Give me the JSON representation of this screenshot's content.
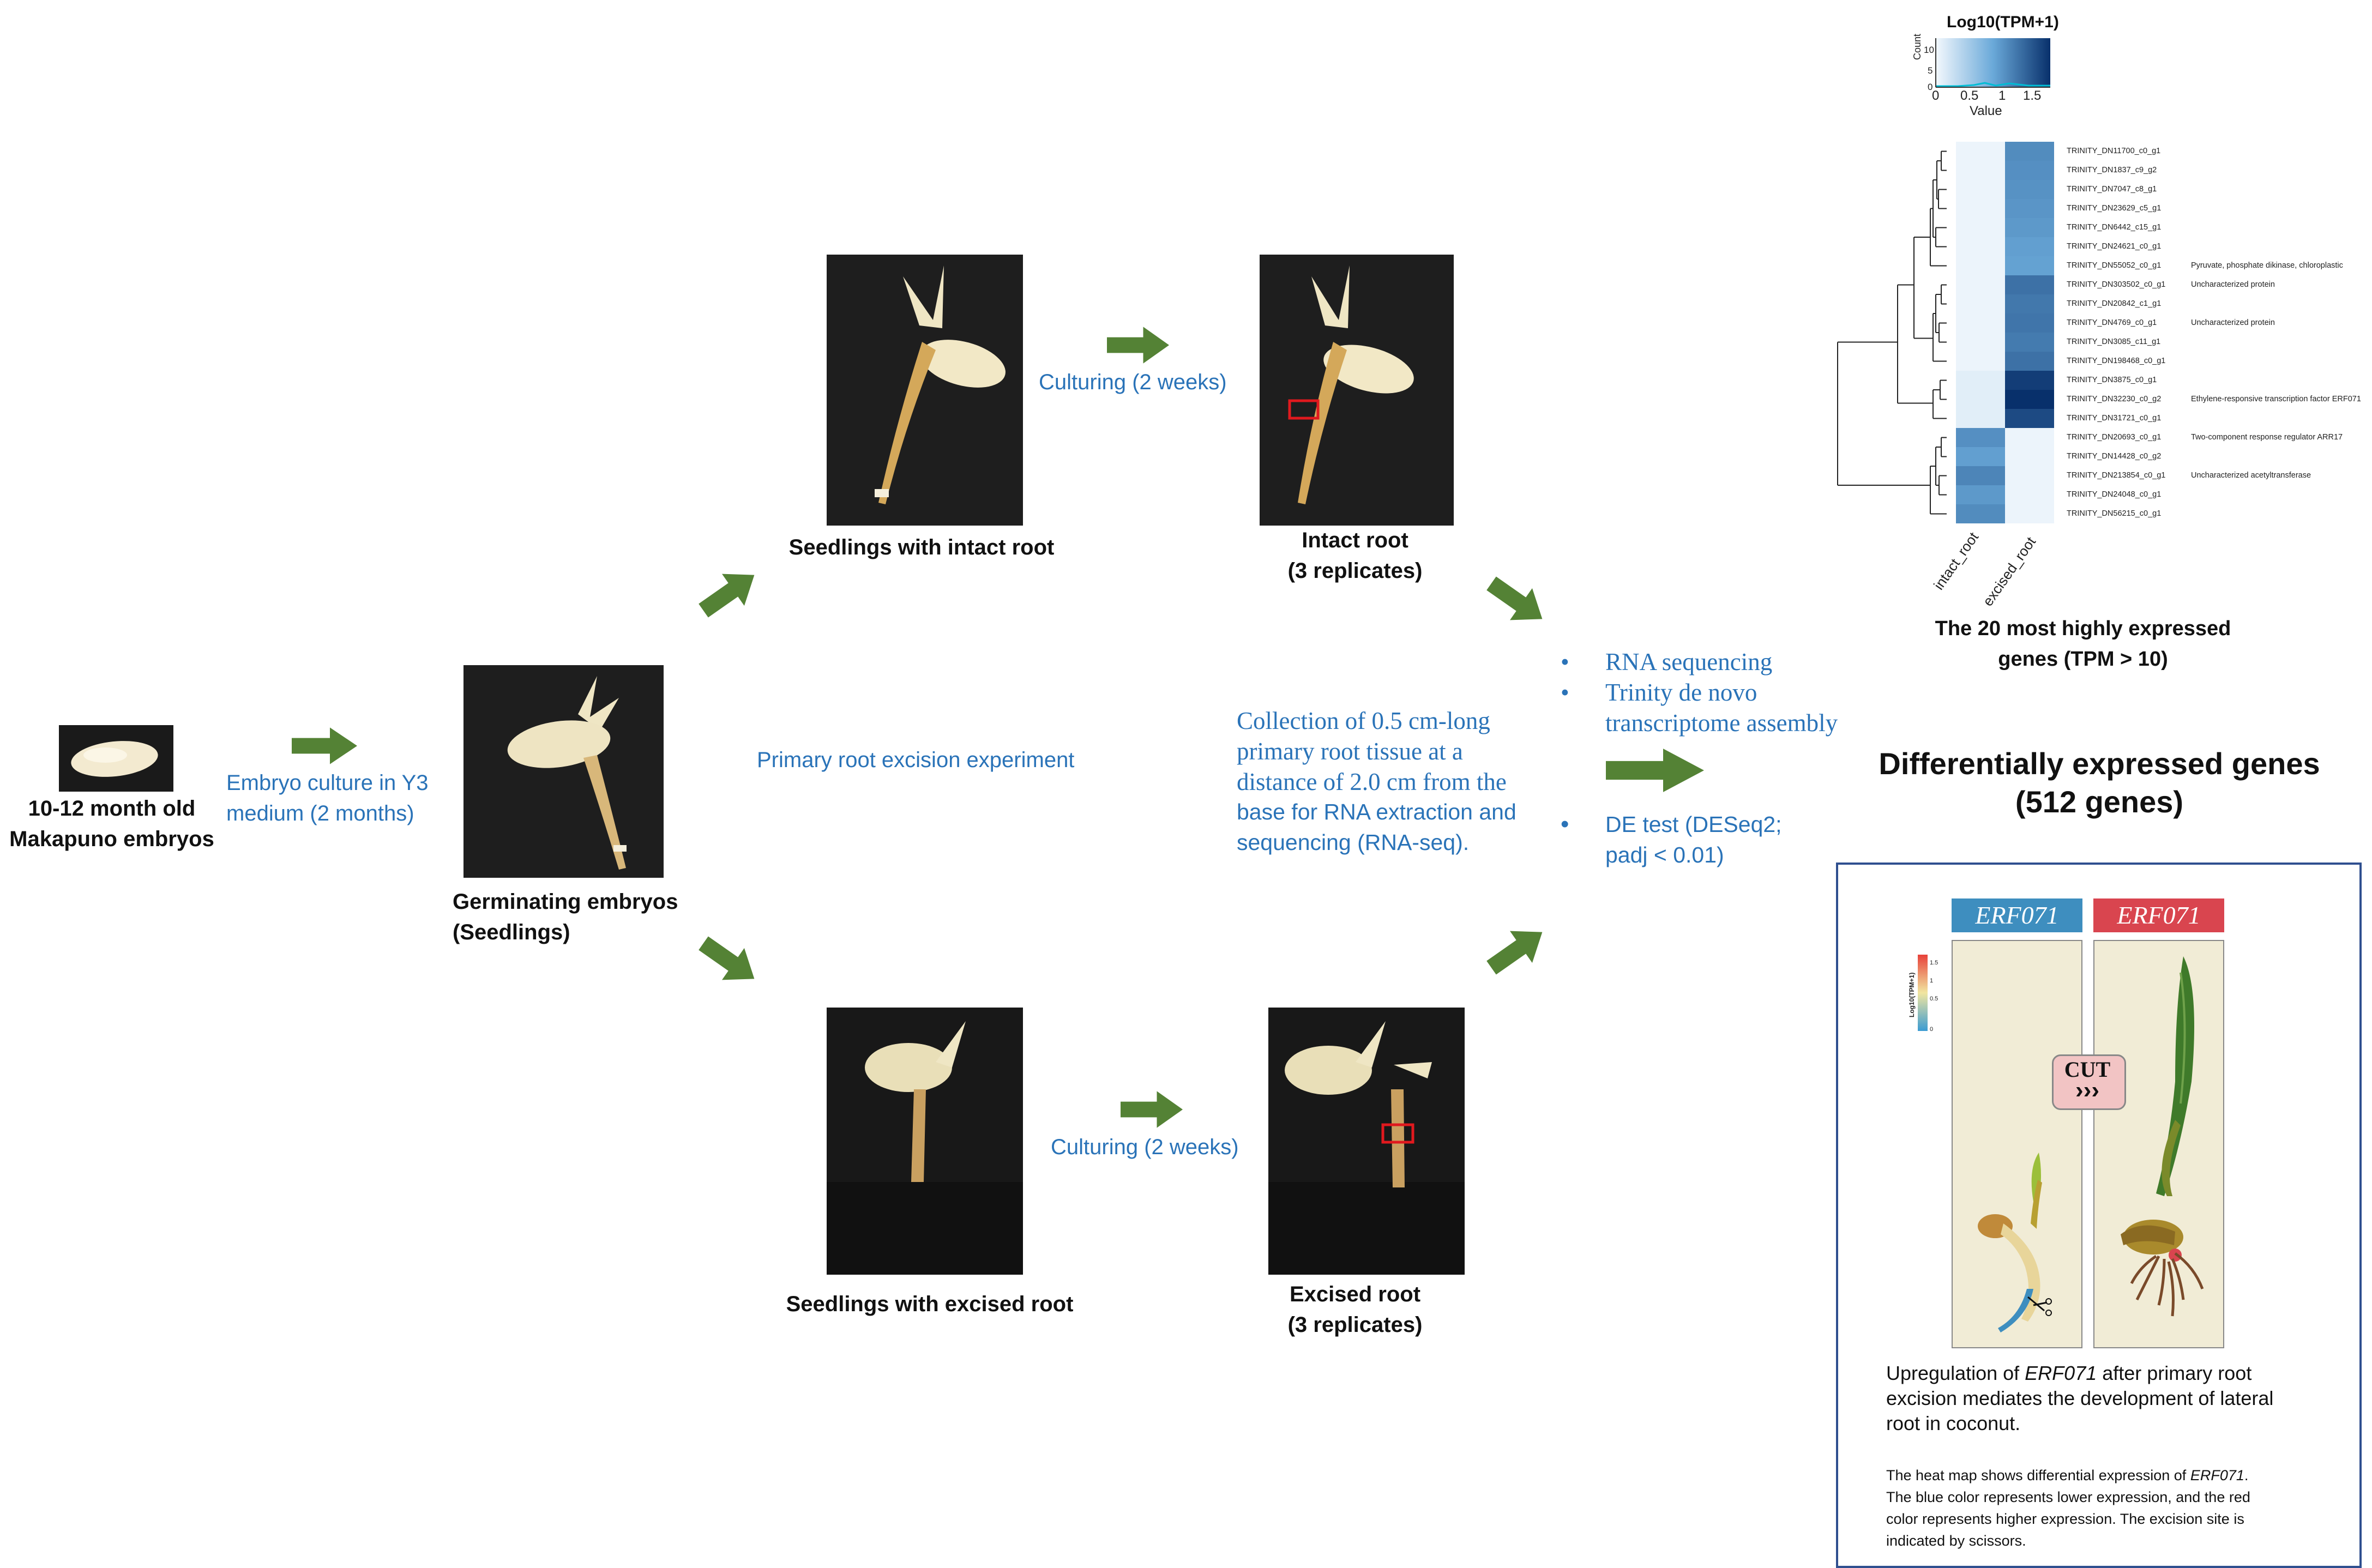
{
  "labels": {
    "embryo_age": "10-12 month old",
    "embryo_name": "Makapuno embryos",
    "culture_line1": "Embryo culture in Y3",
    "culture_line2": "medium (2 months)",
    "germ_line1": "Germinating embryos",
    "germ_line2": "(Seedlings)",
    "excision_experiment": "Primary root excision experiment",
    "seedlings_intact": "Seedlings with intact root",
    "seedlings_excised": "Seedlings with excised root",
    "culturing_top": "Culturing (2 weeks)",
    "culturing_bottom": "Culturing (2 weeks)",
    "intact_root_line1": "Intact root",
    "intact_root_line2": "(3 replicates)",
    "excised_root_line1": "Excised root",
    "excised_root_line2": "(3 replicates)",
    "collection_lines": [
      "Collection of 0.5 cm-long",
      "primary root tissue at a",
      "distance of 2.0 cm from the",
      "base for RNA extraction and",
      "sequencing (RNA-seq)."
    ],
    "bullet_rna": "RNA sequencing",
    "bullet_trinity_1": "Trinity de novo",
    "bullet_trinity_2": "transcriptome assembly",
    "bullet_de_1": "DE test (DESeq2;",
    "bullet_de_2": "padj < 0.01)",
    "deg_line1": "Differentially expressed genes",
    "deg_line2": "(512 genes)",
    "top20_line1": "The 20  most highly expressed",
    "top20_line2": "genes (TPM > 10)"
  },
  "heatmap": {
    "legend_title": "Log10(TPM+1)",
    "legend_axis_y": "Count",
    "legend_axis_x": "Value",
    "legend_ticks": [
      "0",
      "0.5",
      "1",
      "1.5"
    ],
    "legend_y_ticks": [
      "0",
      "5",
      "10"
    ],
    "columns": [
      "intact_root",
      "excised_root"
    ],
    "rows": [
      {
        "gene": "TRINITY_DN11700_c0_g1",
        "annotation": "",
        "values": [
          0.05,
          1.15
        ]
      },
      {
        "gene": "TRINITY_DN1837_c9_g2",
        "annotation": "",
        "values": [
          0.05,
          1.12
        ]
      },
      {
        "gene": "TRINITY_DN7047_c8_g1",
        "annotation": "",
        "values": [
          0.05,
          1.1
        ]
      },
      {
        "gene": "TRINITY_DN23629_c5_g1",
        "annotation": "",
        "values": [
          0.05,
          1.08
        ]
      },
      {
        "gene": "TRINITY_DN6442_c15_g1",
        "annotation": "",
        "values": [
          0.05,
          1.05
        ]
      },
      {
        "gene": "TRINITY_DN24621_c0_g1",
        "annotation": "",
        "values": [
          0.05,
          1.0
        ]
      },
      {
        "gene": "TRINITY_DN55052_c0_g1",
        "annotation": "Pyruvate, phosphate dikinase, chloroplastic",
        "values": [
          0.05,
          0.98
        ]
      },
      {
        "gene": "TRINITY_DN303502_c0_g1",
        "annotation": "Uncharacterized protein",
        "values": [
          0.05,
          1.35
        ]
      },
      {
        "gene": "TRINITY_DN20842_c1_g1",
        "annotation": "",
        "values": [
          0.05,
          1.3
        ]
      },
      {
        "gene": "TRINITY_DN4769_c0_g1",
        "annotation": "Uncharacterized protein",
        "values": [
          0.05,
          1.32
        ]
      },
      {
        "gene": "TRINITY_DN3085_c11_g1",
        "annotation": "",
        "values": [
          0.05,
          1.28
        ]
      },
      {
        "gene": "TRINITY_DN198468_c0_g1",
        "annotation": "",
        "values": [
          0.05,
          1.35
        ]
      },
      {
        "gene": "TRINITY_DN3875_c0_g1",
        "annotation": "",
        "values": [
          0.12,
          1.75
        ]
      },
      {
        "gene": "TRINITY_DN32230_c0_g2",
        "annotation": "Ethylene-responsive transcription factor ERF071",
        "values": [
          0.12,
          1.85
        ]
      },
      {
        "gene": "TRINITY_DN31721_c0_g1",
        "annotation": "",
        "values": [
          0.12,
          1.65
        ]
      },
      {
        "gene": "TRINITY_DN20693_c0_g1",
        "annotation": "Two-component response regulator ARR17",
        "values": [
          1.12,
          0.05
        ]
      },
      {
        "gene": "TRINITY_DN14428_c0_g2",
        "annotation": "",
        "values": [
          1.0,
          0.05
        ]
      },
      {
        "gene": "TRINITY_DN213854_c0_g1",
        "annotation": "Uncharacterized acetyltransferase",
        "values": [
          1.2,
          0.05
        ]
      },
      {
        "gene": "TRINITY_DN24048_c0_g1",
        "annotation": "",
        "values": [
          1.05,
          0.05
        ]
      },
      {
        "gene": "TRINITY_DN56215_c0_g1",
        "annotation": "",
        "values": [
          1.15,
          0.05
        ]
      }
    ]
  },
  "panel": {
    "erf_left": "ERF071",
    "erf_right": "ERF071",
    "cut_label": "CUT",
    "cut_arrows": "›››",
    "colorbar_title": "Log10(TPM+1)",
    "colorbar_ticks": [
      "1.5",
      "1",
      "0.5",
      "0"
    ],
    "caption_pre": "Upregulation of ",
    "caption_gene": "ERF071",
    "caption_post_1": " after primary root",
    "caption_line2": "excision mediates the development of lateral",
    "caption_line3": "root in coconut.",
    "note_line1_pre": "The heat map shows differential expression of ",
    "note_line1_gene": "ERF071",
    "note_line1_post": ".",
    "note_line2": "The blue color represents lower expression, and the red",
    "note_line3": "color represents higher expression. The excision site is",
    "note_line4": "indicated by scissors."
  },
  "colors": {
    "arrow_green": "#548235",
    "label_blue": "#2a73b8",
    "panel_border": "#2f4f8f",
    "erf_blue": "#3e8ebf",
    "erf_red": "#d9454f",
    "highlight_box": "#e0191e"
  }
}
